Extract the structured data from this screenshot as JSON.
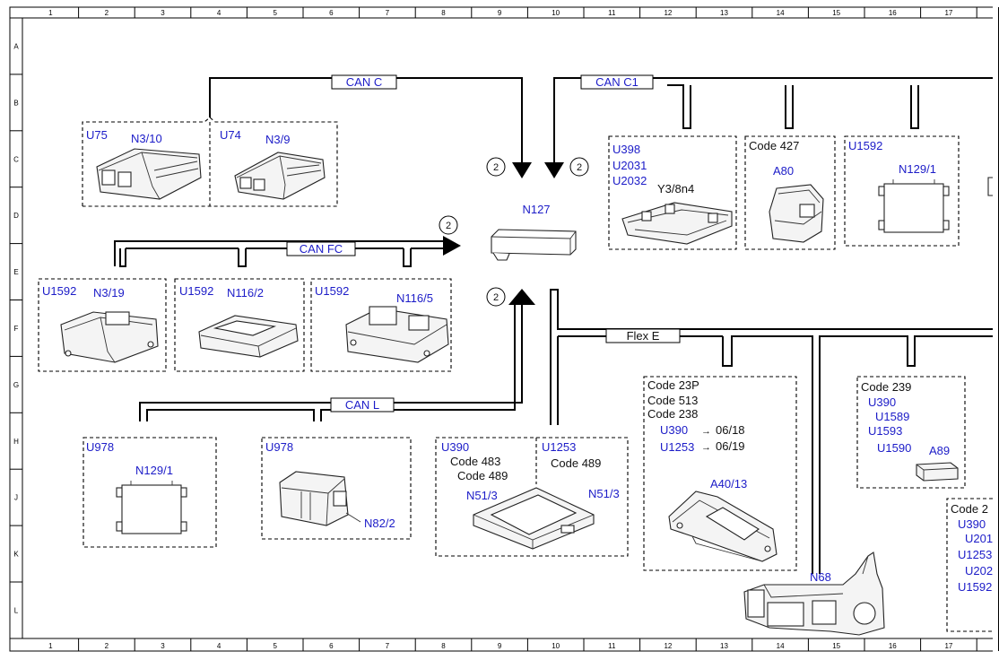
{
  "ruler": {
    "cols": [
      "1",
      "2",
      "3",
      "4",
      "5",
      "6",
      "7",
      "8",
      "9",
      "10",
      "11",
      "12",
      "13",
      "14",
      "15",
      "16",
      "17"
    ],
    "rows": [
      "A",
      "B",
      "C",
      "D",
      "E",
      "F",
      "G",
      "H",
      "J",
      "K",
      "L"
    ]
  },
  "buses": {
    "can_c": "CAN C",
    "can_c1": "CAN C1",
    "can_fc": "CAN FC",
    "can_l": "CAN L",
    "flex_e": "Flex E"
  },
  "markers": {
    "two": "2"
  },
  "central": {
    "label": "N127"
  },
  "groups": {
    "u75": {
      "code": "U75",
      "part": "N3/10"
    },
    "u74": {
      "code": "U74",
      "part": "N3/9"
    },
    "n3_19": {
      "code": "U1592",
      "part": "N3/19"
    },
    "n116_2": {
      "code": "U1592",
      "part": "N116/2"
    },
    "n116_5": {
      "code": "U1592",
      "part": "N116/5"
    },
    "u398": {
      "codes": [
        "U398",
        "U2031",
        "U2032"
      ],
      "part": "Y3/8n4"
    },
    "a80": {
      "code": "Code 427",
      "part": "A80"
    },
    "n129_1_top": {
      "code": "U1592",
      "part": "N129/1"
    },
    "n129_1_bottom": {
      "code": "U978",
      "part": "N129/1"
    },
    "n82_2": {
      "code": "U978",
      "part": "N82/2"
    },
    "n51_3": {
      "left_code": "U390",
      "left_lines": [
        "Code 483",
        "Code 489"
      ],
      "right_code": "U1253",
      "right_line": "Code 489",
      "part_left": "N51/3",
      "part_right": "N51/3"
    },
    "a40_13": {
      "codes": [
        "Code 23P",
        "Code 513",
        "Code 238"
      ],
      "u_a": "U390",
      "date_a": "06/18",
      "u_b": "U1253",
      "date_b": "06/19",
      "arrow": "→",
      "part": "A40/13"
    },
    "a89": {
      "code": "Code 239",
      "codes": [
        "U390",
        "U1589",
        "U1593",
        "U1590"
      ],
      "part": "A89"
    },
    "n68": {
      "part": "N68"
    },
    "partial_right": {
      "code": "Code 2",
      "codes": [
        "U390",
        "U201",
        "U1253",
        "U202",
        "U1592"
      ]
    }
  }
}
